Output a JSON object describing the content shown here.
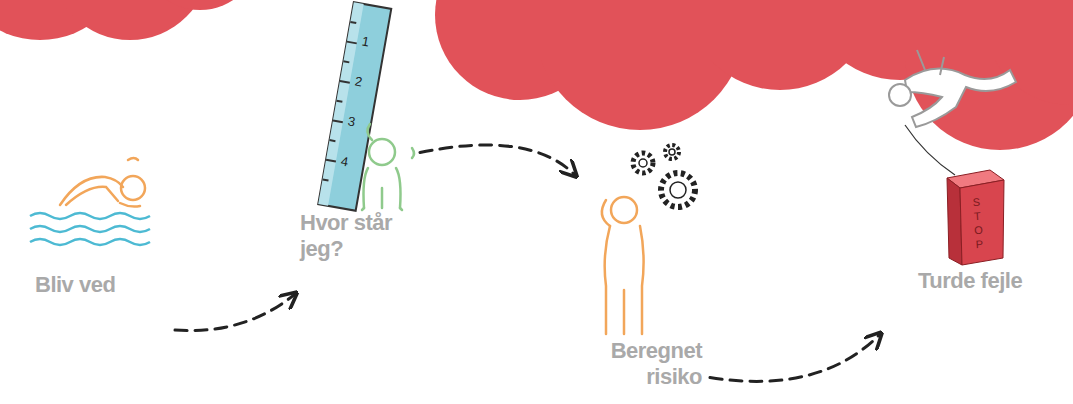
{
  "diagram": {
    "nodes": [
      {
        "text": [
          "Bliv ved"
        ]
      },
      {
        "text": [
          "Hvor står jeg?"
        ]
      },
      {
        "text": [
          "Beregnet risiko"
        ]
      },
      {
        "text": [
          "Turde fejle"
        ]
      }
    ],
    "edges": [
      {
        "from": 0,
        "to": 1,
        "arrow": "to"
      },
      {
        "from": 1,
        "to": 2,
        "arrow": "to"
      },
      {
        "from": 2,
        "to": 3,
        "arrow": "to"
      }
    ],
    "labels": [
      "1",
      "2",
      "3",
      "4",
      "STOP"
    ]
  }
}
